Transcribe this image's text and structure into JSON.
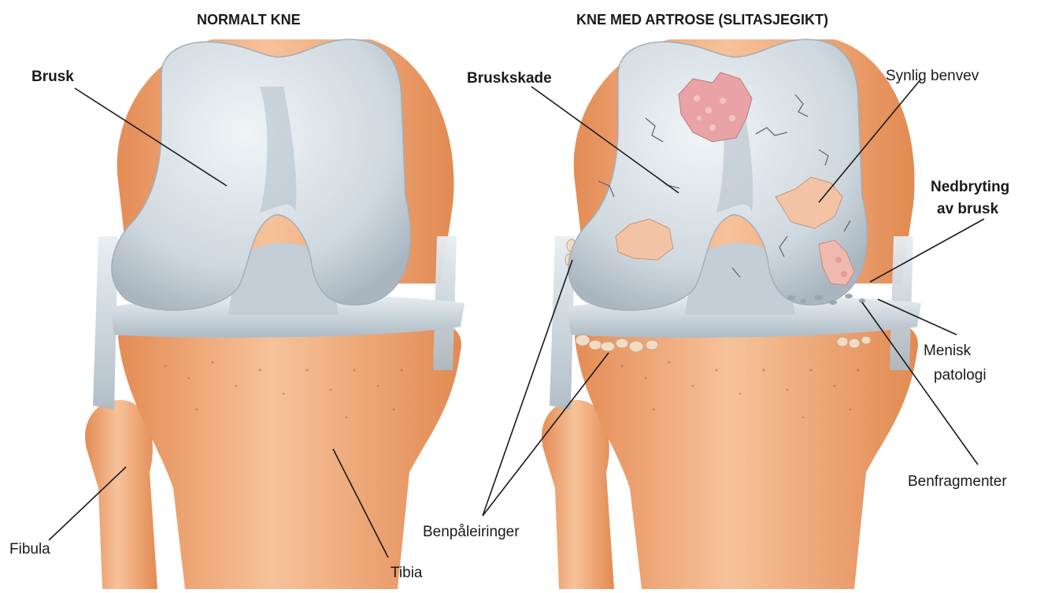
{
  "titles": {
    "normal": "NORMALT KNE",
    "arthrosis": "KNE MED ARTROSE (SLITASJEGIKT)"
  },
  "labels": {
    "brusk": "Brusk",
    "fibula": "Fibula",
    "tibia": "Tibia",
    "bruskskade": "Bruskskade",
    "synlig_benvev": "Synlig benvev",
    "nedbryting_line1": "Nedbryting",
    "nedbryting_line2": "av brusk",
    "menisk_line1": "Menisk",
    "menisk_line2": "patologi",
    "benfragmenter": "Benfragmenter",
    "benpaleiringer": "Benpåleiringer"
  },
  "colors": {
    "bone": "#f1a877",
    "bone_light": "#f7c8a2",
    "bone_dark": "#d9804d",
    "cartilage": "#c9d3db",
    "cartilage_light": "#e6ecf0",
    "cartilage_dark": "#9eacb7",
    "damage": "#e9a0a4",
    "exposed_bone": "#f2c3a4",
    "ligament": "#cfd9e1"
  }
}
